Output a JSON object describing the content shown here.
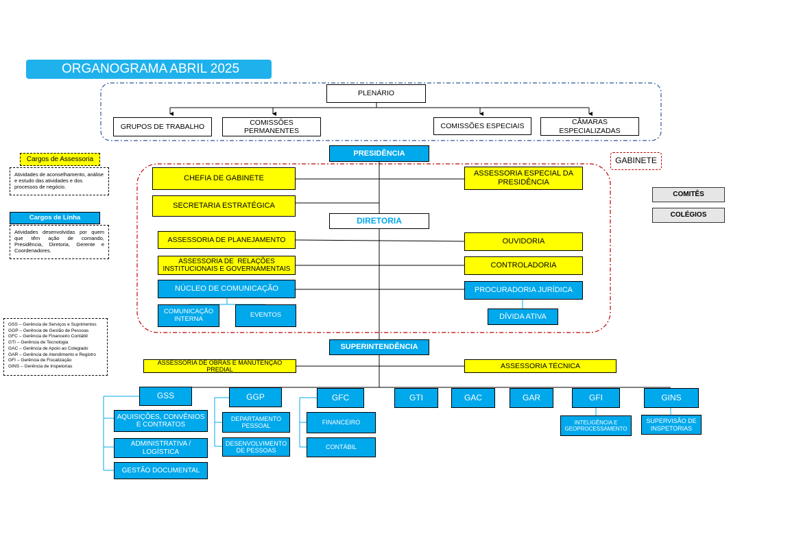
{
  "title": "ORGANOGRAMA ABRIL 2025",
  "plenario": {
    "label": "PLENÁRIO",
    "children": [
      "GRUPOS DE TRABALHO",
      "COMISSÕES PERMANENTES",
      "COMISSÕES ESPECIAIS",
      "CÂMARAS ESPECIALIZADAS"
    ]
  },
  "presidencia": "PRESIDÊNCIA",
  "gabinete": "GABINETE",
  "gabinete_units": {
    "chefia": "CHEFIA DE GABINETE",
    "secretaria": "SECRETARIA ESTRATÉGICA",
    "assessoria_especial": "ASSESSORIA ESPECIAL DA PRESIDÊNCIA",
    "diretoria": "DIRETORIA",
    "planejamento": "ASSESSORIA DE PLANEJAMENTO",
    "relacoes": "ASSESSORIA DE  RELAÇÕES INSTITUCIONAIS E GOVERNAMENTAIS",
    "nucleo": "NÚCLEO DE COMUNICAÇÃO",
    "comunicacao_interna": "COMUNICAÇÃO INTERNA",
    "eventos": "EVENTOS",
    "ouvidoria": "OUVIDORIA",
    "controladoria": "CONTROLADORIA",
    "procuradoria": "PROCURADORIA JURÍDICA",
    "divida": "DÍVIDA ATIVA"
  },
  "side_boxes": {
    "comites": "COMITÊS",
    "colegios": "COLÉGIOS"
  },
  "legend": {
    "assessoria_title": "Cargos de Assessoria",
    "assessoria_desc": "Atividades de aconselhamento, análise e estudo das atividades e dos processos de negócio.",
    "linha_title": "Cargos de Linha",
    "linha_desc": "Atividades desenvolvidas por quem que têm ação de comando, Presidência, Diretoria, Gerente e Coordenadores.",
    "abbreviations": [
      "GSS – Gerência de Serviços e Suprimentos",
      "GGP – Gerência de Gestão de Pessoas",
      "GFC – Gerência de Financeiro Contábil",
      "GTI – Gerência de Tecnologia",
      "GAC – Gerência de Apoio ao Colegiado",
      "GAR – Gerência de Atendimento e Registro",
      "GFI – Gerência de Fiscalização",
      "GINS – Gerência de Inspetorias"
    ]
  },
  "superintendencia": {
    "label": "SUPERINTENDÊNCIA",
    "obras": "ASSESSORIA DE OBRAS E MANUTENÇÃO PREDIAL",
    "tecnica": "ASSESSORIA TÉCNICA"
  },
  "gerencias": {
    "gss": {
      "label": "GSS",
      "children": [
        "AQUISIÇÕES, CONVÊNIOS E CONTRATOS",
        "ADMINISTRATIVA / LOGÍSTICA",
        "GESTÃO DOCUMENTAL"
      ]
    },
    "ggp": {
      "label": "GGP",
      "children": [
        "DEPARTAMENTO PESSOAL",
        "DESENVOLVIMENTO DE PESSOAS"
      ]
    },
    "gfc": {
      "label": "GFC",
      "children": [
        "FINANCEIRO",
        "CONTÁBIL"
      ]
    },
    "gti": {
      "label": "GTI"
    },
    "gac": {
      "label": "GAC"
    },
    "gar": {
      "label": "GAR"
    },
    "gfi": {
      "label": "GFI",
      "children": [
        "INTELIGÊNCIA  E GEOPROCESSAMENTO"
      ]
    },
    "gins": {
      "label": "GINS",
      "children": [
        "SUPERVISÃO DE INSPETORIAS"
      ]
    }
  },
  "colors": {
    "line_blue": "#00a8ec",
    "assessoria_yellow": "#ffff00",
    "title_blue": "#1fb1ec",
    "dash_blue": "#2f5597",
    "dash_red": "#c00000"
  }
}
